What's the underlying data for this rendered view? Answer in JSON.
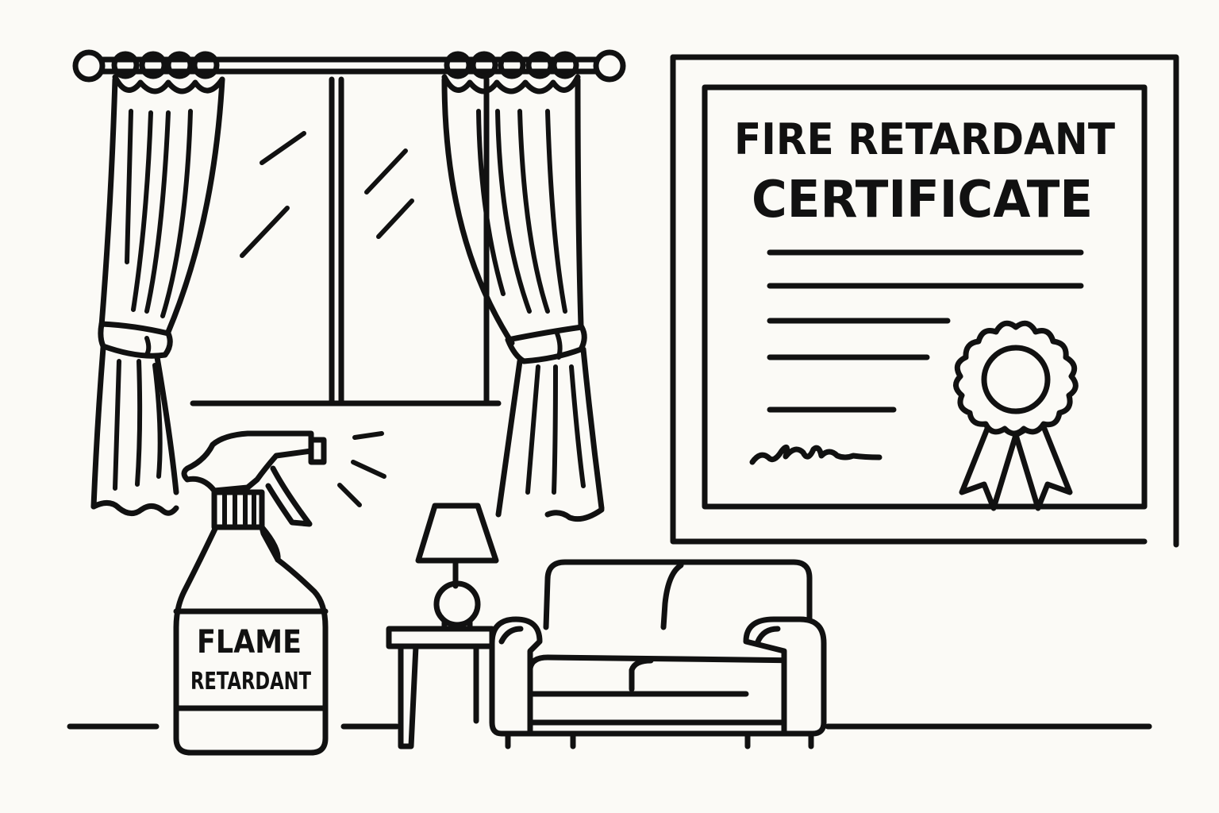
{
  "certificate": {
    "title_line1": "FIRE RETARDANT",
    "title_line2": "CERTIFICATE"
  },
  "spray_bottle": {
    "label_line1": "FLAME",
    "label_line2": "RETARDANT"
  },
  "colors": {
    "ink": "#111111",
    "background": "#fbfaf6"
  },
  "icons": [
    "curtain-rod-icon",
    "window-icon",
    "curtain-icon",
    "certificate-frame-icon",
    "award-ribbon-icon",
    "spray-bottle-icon",
    "table-lamp-icon",
    "side-table-icon",
    "sofa-icon"
  ]
}
